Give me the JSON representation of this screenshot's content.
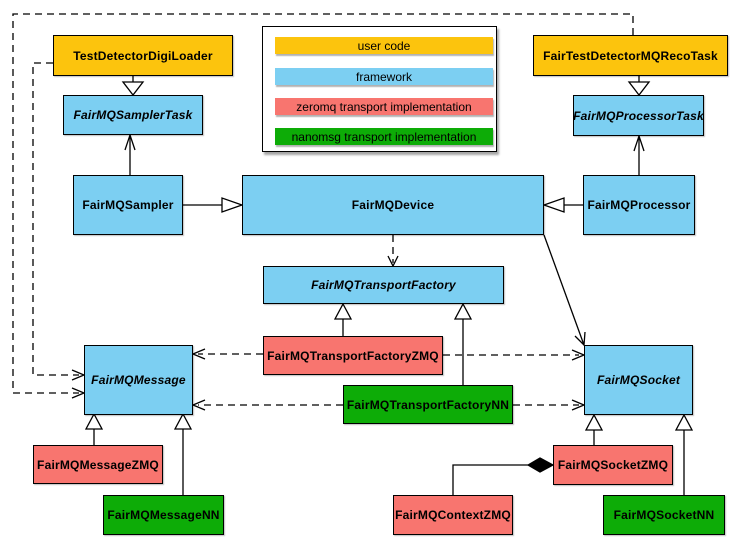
{
  "diagram_type": "uml-class-diagram",
  "colors": {
    "user": "#FCC40D",
    "framework": "#7CCFF2",
    "zeromq": "#F8756F",
    "nanomsg": "#0DAC07",
    "line": "#000000",
    "background": "#FFFFFF"
  },
  "legend": {
    "items": [
      {
        "label": "user code",
        "key": "user"
      },
      {
        "label": "framework",
        "key": "framework"
      },
      {
        "label": "zeromq transport implementation",
        "key": "zeromq"
      },
      {
        "label": "nanomsg transport implementation",
        "key": "nanomsg"
      }
    ]
  },
  "nodes": {
    "testDetectorDigiLoader": {
      "label": "TestDetectorDigiLoader",
      "layer": "user",
      "abstract": false
    },
    "fairTestDetectorMQRecoTask": {
      "label": "FairTestDetectorMQRecoTask",
      "layer": "user",
      "abstract": false
    },
    "fairMQSamplerTask": {
      "label": "FairMQSamplerTask",
      "layer": "framework",
      "abstract": true
    },
    "fairMQProcessorTask": {
      "label": "FairMQProcessorTask",
      "layer": "framework",
      "abstract": true
    },
    "fairMQSampler": {
      "label": "FairMQSampler",
      "layer": "framework",
      "abstract": false
    },
    "fairMQDevice": {
      "label": "FairMQDevice",
      "layer": "framework",
      "abstract": false
    },
    "fairMQProcessor": {
      "label": "FairMQProcessor",
      "layer": "framework",
      "abstract": false
    },
    "fairMQTransportFactory": {
      "label": "FairMQTransportFactory",
      "layer": "framework",
      "abstract": true
    },
    "fairMQTransportFactoryZMQ": {
      "label": "FairMQTransportFactoryZMQ",
      "layer": "zeromq",
      "abstract": false
    },
    "fairMQTransportFactoryNN": {
      "label": "FairMQTransportFactoryNN",
      "layer": "nanomsg",
      "abstract": false
    },
    "fairMQMessage": {
      "label": "FairMQMessage",
      "layer": "framework",
      "abstract": true
    },
    "fairMQSocket": {
      "label": "FairMQSocket",
      "layer": "framework",
      "abstract": true
    },
    "fairMQMessageZMQ": {
      "label": "FairMQMessageZMQ",
      "layer": "zeromq",
      "abstract": false
    },
    "fairMQMessageNN": {
      "label": "FairMQMessageNN",
      "layer": "nanomsg",
      "abstract": false
    },
    "fairMQSocketZMQ": {
      "label": "FairMQSocketZMQ",
      "layer": "zeromq",
      "abstract": false
    },
    "fairMQContextZMQ": {
      "label": "FairMQContextZMQ",
      "layer": "zeromq",
      "abstract": false
    },
    "fairMQSocketNN": {
      "label": "FairMQSocketNN",
      "layer": "nanomsg",
      "abstract": false
    }
  },
  "relationships": [
    {
      "from": "TestDetectorDigiLoader",
      "to": "FairMQSamplerTask",
      "type": "inheritance"
    },
    {
      "from": "FairTestDetectorMQRecoTask",
      "to": "FairMQProcessorTask",
      "type": "inheritance"
    },
    {
      "from": "FairMQSampler",
      "to": "FairMQSamplerTask",
      "type": "association"
    },
    {
      "from": "FairMQProcessor",
      "to": "FairMQProcessorTask",
      "type": "association"
    },
    {
      "from": "FairMQSampler",
      "to": "FairMQDevice",
      "type": "inheritance"
    },
    {
      "from": "FairMQProcessor",
      "to": "FairMQDevice",
      "type": "inheritance"
    },
    {
      "from": "FairMQDevice",
      "to": "FairMQTransportFactory",
      "type": "dependency-dashed"
    },
    {
      "from": "FairMQDevice",
      "to": "FairMQSocket",
      "type": "association"
    },
    {
      "from": "FairMQTransportFactoryZMQ",
      "to": "FairMQTransportFactory",
      "type": "inheritance"
    },
    {
      "from": "FairMQTransportFactoryNN",
      "to": "FairMQTransportFactory",
      "type": "inheritance"
    },
    {
      "from": "FairMQTransportFactoryZMQ",
      "to": "FairMQMessage",
      "type": "dependency-dashed"
    },
    {
      "from": "FairMQTransportFactoryZMQ",
      "to": "FairMQSocket",
      "type": "dependency-dashed"
    },
    {
      "from": "FairMQTransportFactoryNN",
      "to": "FairMQMessage",
      "type": "dependency-dashed"
    },
    {
      "from": "FairMQTransportFactoryNN",
      "to": "FairMQSocket",
      "type": "dependency-dashed"
    },
    {
      "from": "FairMQMessageZMQ",
      "to": "FairMQMessage",
      "type": "inheritance"
    },
    {
      "from": "FairMQMessageNN",
      "to": "FairMQMessage",
      "type": "inheritance"
    },
    {
      "from": "FairMQSocketZMQ",
      "to": "FairMQSocket",
      "type": "inheritance"
    },
    {
      "from": "FairMQSocketNN",
      "to": "FairMQSocket",
      "type": "inheritance"
    },
    {
      "from": "FairMQContextZMQ",
      "to": "FairMQSocketZMQ",
      "type": "composition"
    },
    {
      "from": "TestDetectorDigiLoader",
      "to": "FairMQMessage",
      "type": "dependency-dashed"
    },
    {
      "from": "FairTestDetectorMQRecoTask",
      "to": "FairMQMessage",
      "type": "dependency-dashed"
    }
  ]
}
